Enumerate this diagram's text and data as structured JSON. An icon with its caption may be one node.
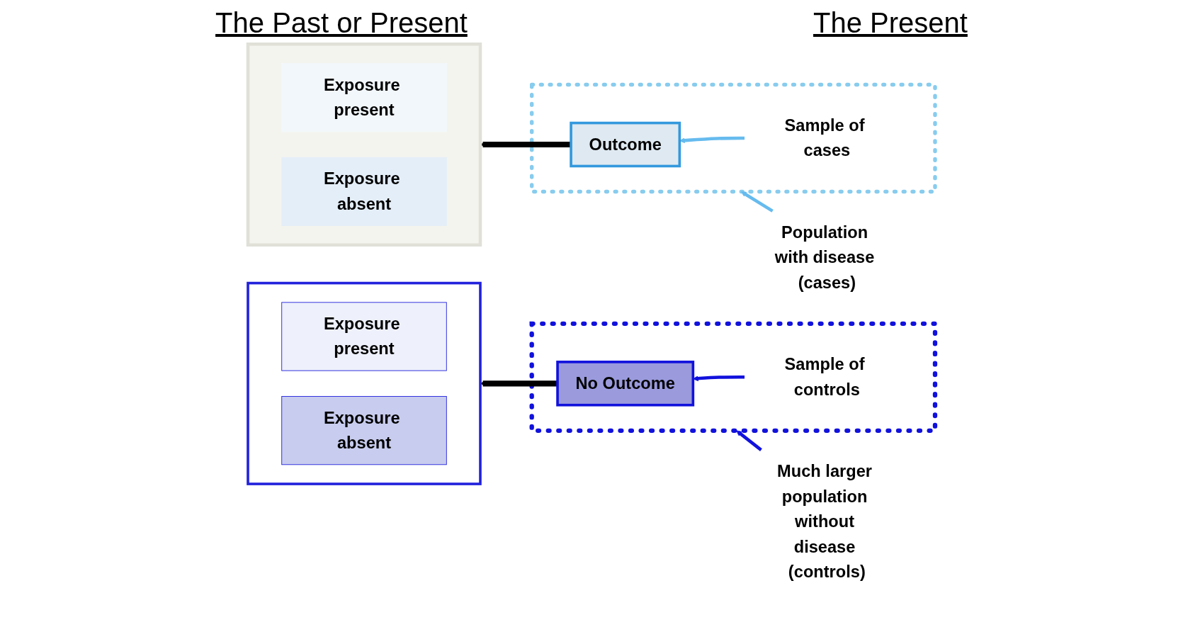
{
  "diagram": {
    "nodes": [
      {
        "text": [],
        "shape": "box"
      },
      {
        "text": [
          "Exposure present"
        ],
        "in": 0
      },
      {
        "text": [
          "Exposure absent"
        ],
        "in": 0
      },
      {
        "text": [],
        "shape": "box"
      },
      {
        "text": [
          "Outcome"
        ],
        "in": 3
      },
      {
        "text": [
          "Sample of cases"
        ],
        "in": 3
      },
      {
        "text": [
          "Population with disease (cases)"
        ]
      },
      {
        "text": [],
        "shape": "box"
      },
      {
        "text": [
          "Exposure present"
        ],
        "in": 7
      },
      {
        "text": [
          "Exposure absent"
        ],
        "in": 7
      },
      {
        "text": [],
        "shape": "box"
      },
      {
        "text": [
          "No Outcome"
        ],
        "in": 10
      },
      {
        "text": [
          "Sample of controls"
        ],
        "in": 10
      },
      {
        "text": [
          "Much larger population without disease (controls)"
        ]
      }
    ],
    "edges": [
      {
        "from": 4,
        "to": 0,
        "arrow": "to",
        "style": "thick",
        "color": "#000000"
      },
      {
        "from": 5,
        "to": 4,
        "arrow": "to",
        "color": "#66bbee"
      },
      {
        "from": 6,
        "to": 3,
        "arrow": "to",
        "color": "#66bbee"
      },
      {
        "from": 11,
        "to": 7,
        "arrow": "to",
        "style": "thick",
        "color": "#000000"
      },
      {
        "from": 12,
        "to": 11,
        "arrow": "to",
        "color": "#1111dd"
      },
      {
        "from": 13,
        "to": 10,
        "arrow": "to",
        "color": "#1111dd"
      }
    ],
    "labels": [
      "The Past or Present",
      "The Present"
    ]
  }
}
